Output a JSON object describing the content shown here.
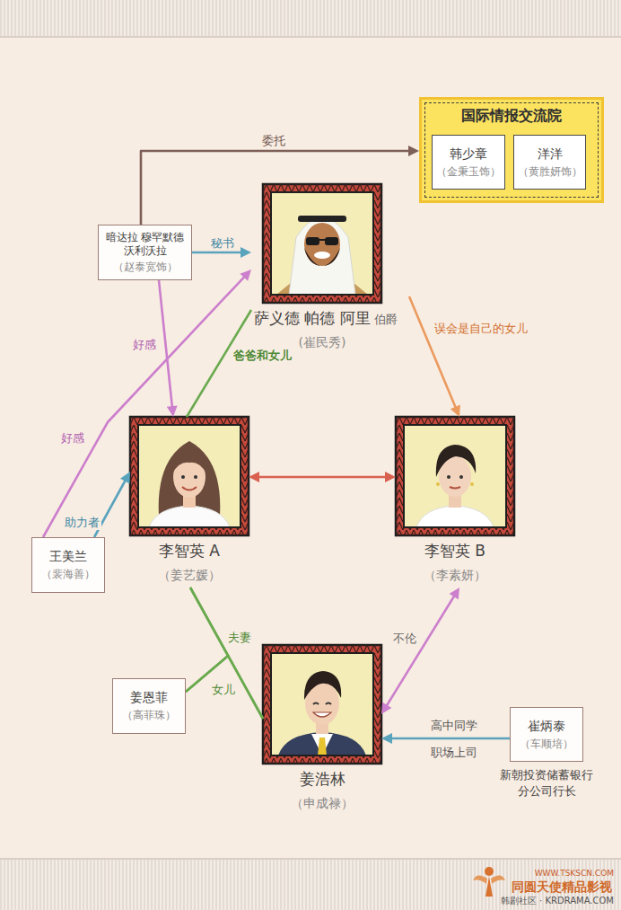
{
  "diagram": {
    "nodes": [
      {
        "text": [
          "国际情报交流院"
        ]
      },
      {
        "text": [
          "韩少章",
          "（金秉玉饰）"
        ],
        "in": 0
      },
      {
        "text": [
          "洋洋",
          "（黄胜妍饰）"
        ],
        "in": 0
      },
      {
        "text": [
          "萨义德 帕德 阿里",
          "伯爵",
          "(崔民秀)"
        ]
      },
      {
        "text": [
          "暗达拉 穆罕默德 沃利沃拉",
          "（赵泰宽饰）"
        ]
      },
      {
        "text": [
          "李智英 A",
          "（姜艺媛）"
        ]
      },
      {
        "text": [
          "李智英 B",
          "（李素妍）"
        ]
      },
      {
        "text": [
          "王美兰",
          "（裴海善）"
        ]
      },
      {
        "text": [
          "姜恩菲",
          "（高菲珠）"
        ]
      },
      {
        "text": [
          "姜浩林",
          "（申成禄）"
        ]
      },
      {
        "text": [
          "崔炳泰",
          "（车顺培）",
          "新朝投资储蓄银行 分公司行长"
        ]
      }
    ],
    "edges": [
      {
        "from": 4,
        "to": 0,
        "label": "委托",
        "arrow": "to"
      },
      {
        "from": 4,
        "to": 3,
        "label": "秘书",
        "arrow": "to"
      },
      {
        "from": 4,
        "to": 5,
        "label": "好感",
        "arrow": "to"
      },
      {
        "from": 3,
        "to": 5,
        "label": "爸爸和女儿",
        "arrow": "none"
      },
      {
        "from": 3,
        "to": 6,
        "label": "误会是自己的女儿",
        "arrow": "to"
      },
      {
        "from": 5,
        "to": 6,
        "arrow": "both"
      },
      {
        "from": 7,
        "to": 3,
        "label": "好感",
        "arrow": "to"
      },
      {
        "from": 7,
        "to": 5,
        "label": "助力者",
        "arrow": "to"
      },
      {
        "from": 5,
        "to": 9,
        "label": "夫妻",
        "arrow": "none"
      },
      {
        "from": 8,
        "to": 5,
        "label": "女儿",
        "arrow": "none"
      },
      {
        "from": 8,
        "to": 9,
        "arrow": "none"
      },
      {
        "from": 6,
        "to": 9,
        "label": "不伦",
        "arrow": "both"
      },
      {
        "from": 10,
        "to": 9,
        "label": "高中同学",
        "arrow": "to"
      }
    ],
    "labels": [
      "职场上司",
      "WWW.TSKSCN.COM",
      "同圆天使精品影视",
      "韩剧社区 · KRDRAMA.COM"
    ]
  }
}
